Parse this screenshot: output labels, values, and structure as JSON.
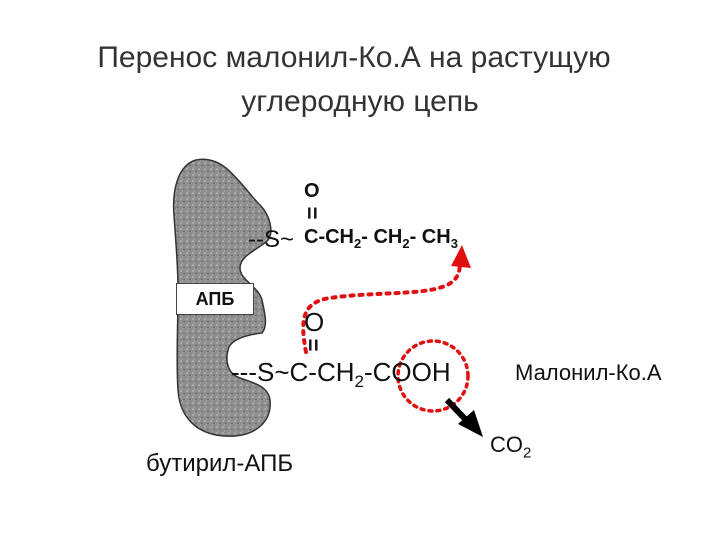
{
  "title": {
    "line1": "Перенос малонил-Ко.А на растущую",
    "line2": "углеродную цепь"
  },
  "colors": {
    "protein_fill": "#8e8e8e",
    "arrow_red": "#e01010",
    "text": "#111111",
    "title": "#333333"
  },
  "top_chain": {
    "oxygen": "O",
    "double_bond": "=",
    "thioester": "--S~",
    "carbon": "C",
    "rest": "-CH",
    "sub1": "2",
    "mid": "- CH",
    "sub2": "2",
    "end": "- CH",
    "sub3": "3"
  },
  "apb_label": "АПБ",
  "bottom_chain": {
    "oxygen": "O",
    "double_bond": "=",
    "thioester": "---S~",
    "carbon": "C",
    "mid": "-CH",
    "sub": "2",
    "acid": "-COOH"
  },
  "malonyl_label": "Малонил-Ко.А",
  "co2": {
    "main": "CO",
    "sub": "2"
  },
  "butyryl_label": "бутирил-АПБ"
}
